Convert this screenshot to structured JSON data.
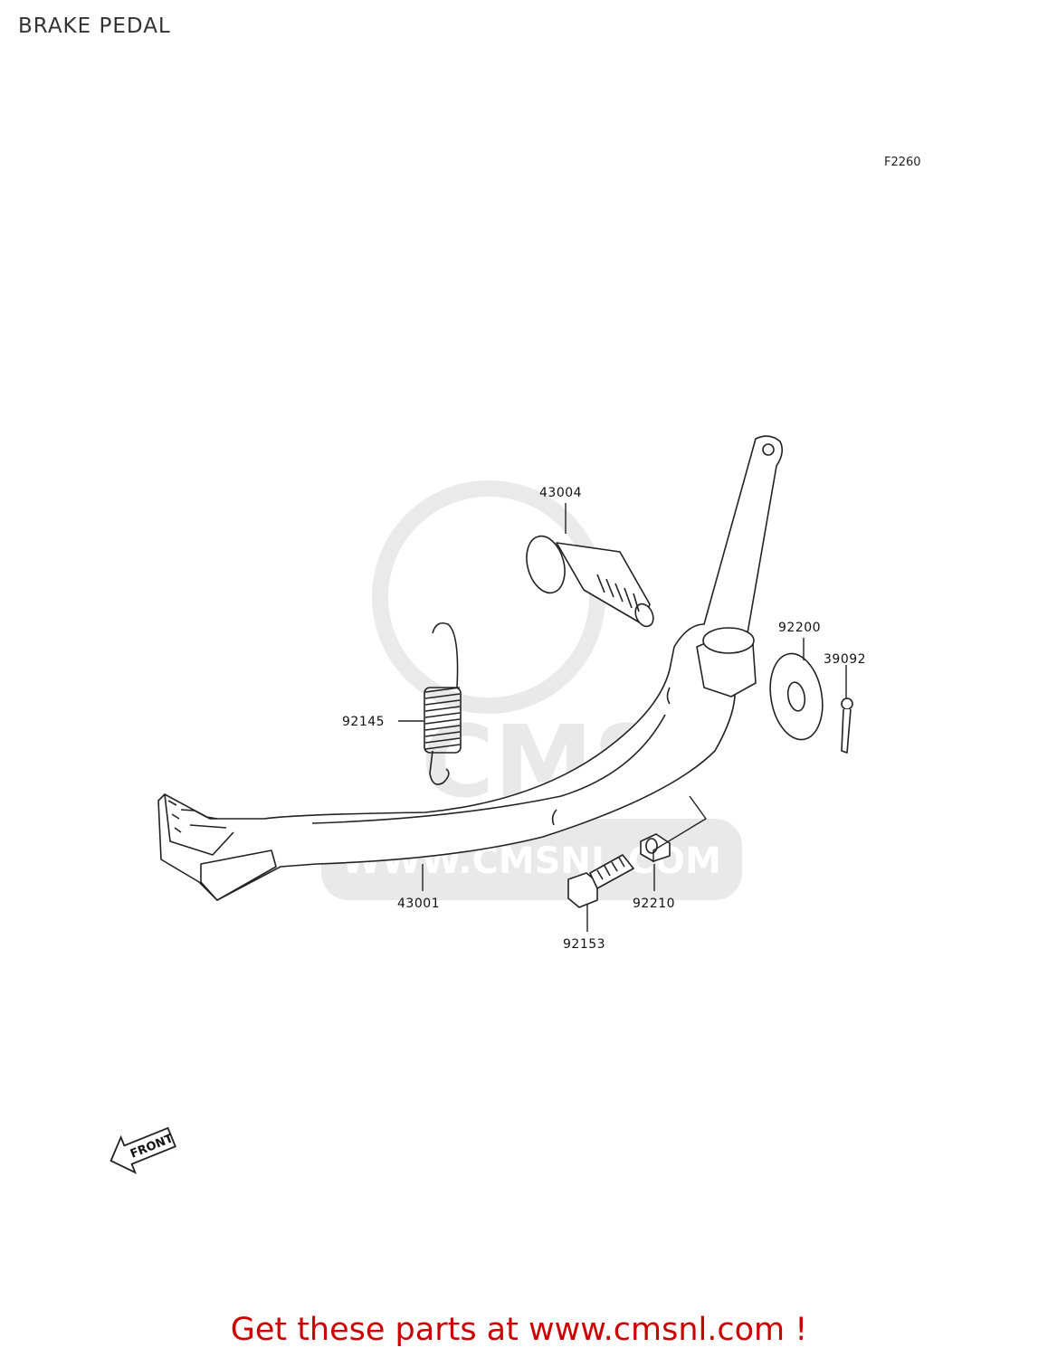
{
  "header": {
    "title": "BRAKE PEDAL",
    "figure_code": "F2260"
  },
  "parts": {
    "p43004": "43004",
    "p92200": "92200",
    "p39092": "39092",
    "p92145": "92145",
    "p43001": "43001",
    "p92210": "92210",
    "p92153": "92153"
  },
  "watermark": {
    "text": "WWW.CMSNL.COM",
    "logo": "CMS"
  },
  "direction": {
    "label": "FRONT"
  },
  "footer": {
    "ad": "Get these parts at www.cmsnl.com !"
  }
}
